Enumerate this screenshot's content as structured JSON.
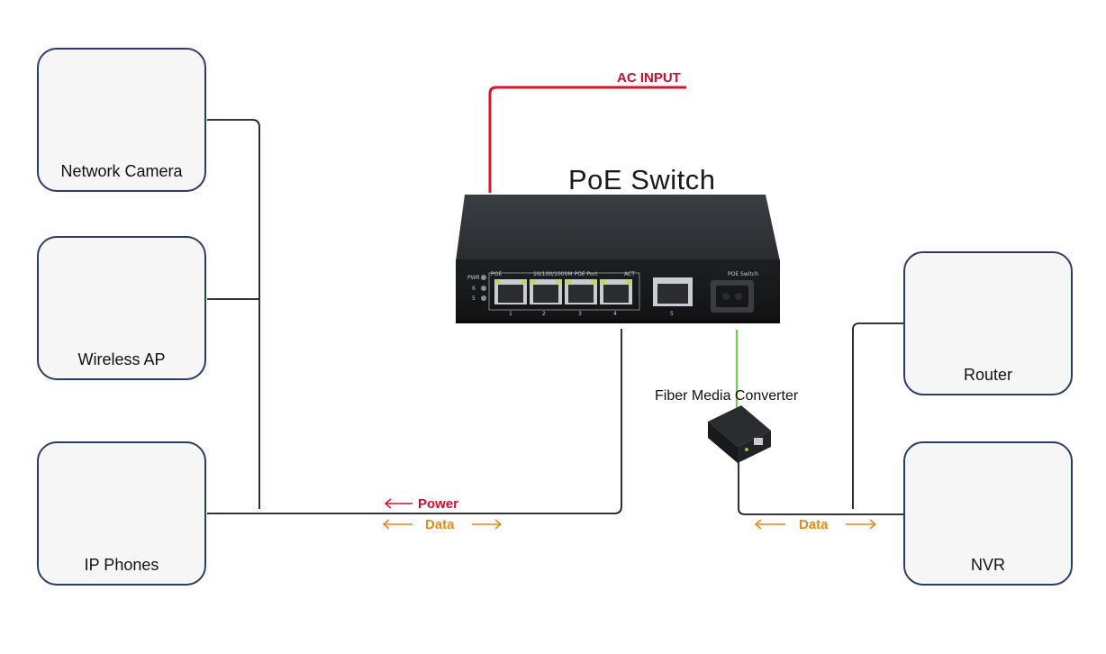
{
  "title": "PoE Switch",
  "ac_input": "AC INPUT",
  "power_label": "Power",
  "data_label_left": "Data",
  "data_label_right": "Data",
  "fiber_converter_label": "Fiber Media Converter",
  "devices": {
    "camera": "Network Camera",
    "ap": "Wireless AP",
    "phone": "IP Phones",
    "router": "Router",
    "nvr": "NVR"
  },
  "switch_panel": {
    "pwr": "PWR",
    "led_6": "6",
    "led_5": "5",
    "poe": "POE",
    "speed": "10/100/1000M POE Port",
    "act": "ACT",
    "ports": [
      "1",
      "2",
      "3",
      "4"
    ],
    "port_5": "5",
    "brand": "POE Switch"
  },
  "colors": {
    "frame": "#2c3e66",
    "power_line": "#d9142b",
    "data_arrow": "#e08a1e",
    "fiber_line": "#7ac943",
    "cable": "#1a1a1a"
  }
}
